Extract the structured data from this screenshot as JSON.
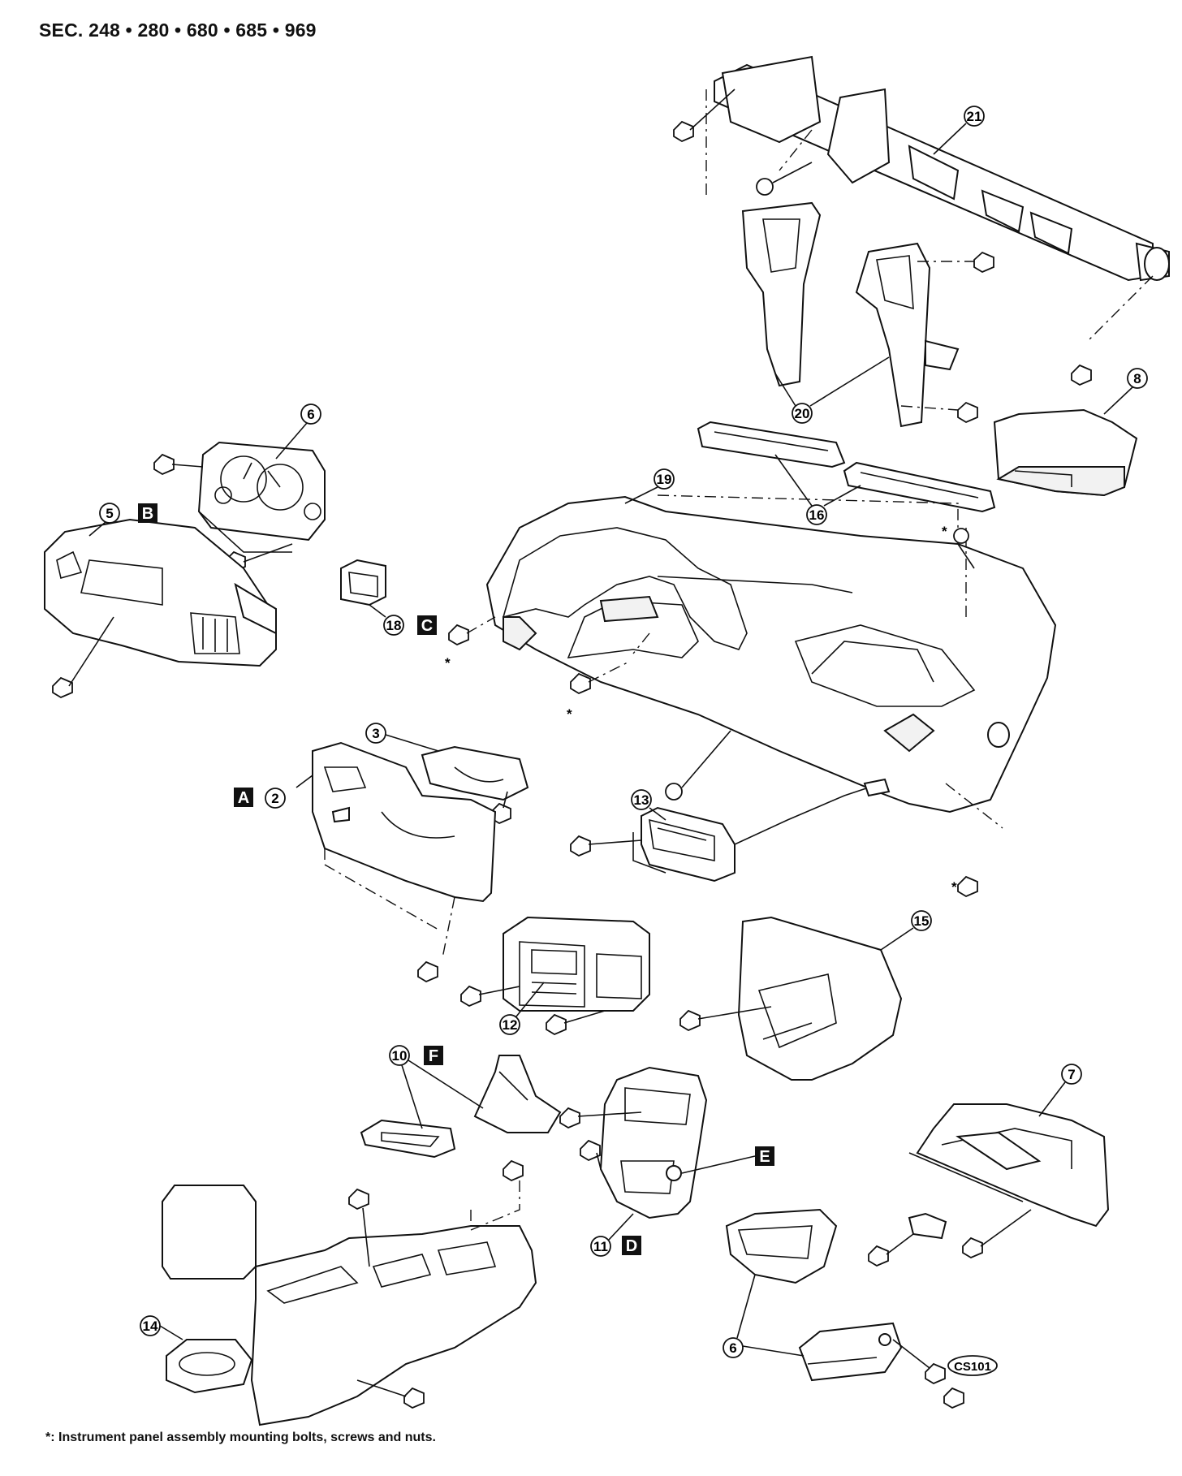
{
  "header": {
    "section_codes": "SEC. 248 • 280 • 680 • 685 • 969"
  },
  "footnote": {
    "text": "*: Instrument panel assembly mounting bolts, screws and nuts."
  },
  "reference_code": "CS101",
  "asterisk": "*",
  "callouts": {
    "c2": "2",
    "c3": "3",
    "c5": "5",
    "c6a": "6",
    "c6b": "6",
    "c7": "7",
    "c8": "8",
    "c10": "10",
    "c11": "11",
    "c12": "12",
    "c13": "13",
    "c14": "14",
    "c15": "15",
    "c16": "16",
    "c18": "18",
    "c19": "19",
    "c20": "20",
    "c21": "21"
  },
  "connector_labels": {
    "a": "A",
    "b": "B",
    "c": "C",
    "d": "D",
    "e": "E",
    "f": "F"
  }
}
